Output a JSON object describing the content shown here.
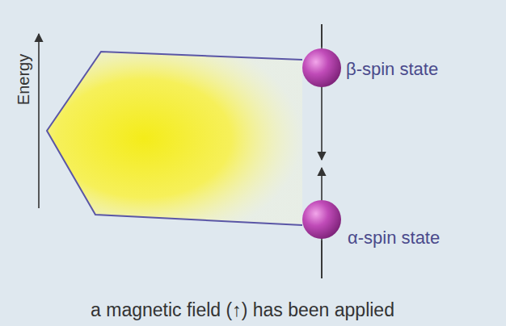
{
  "diagram": {
    "caption": "a magnetic field (↑) has been applied",
    "labels": [
      "Energy",
      "β-spin state",
      "α-spin state"
    ]
  }
}
